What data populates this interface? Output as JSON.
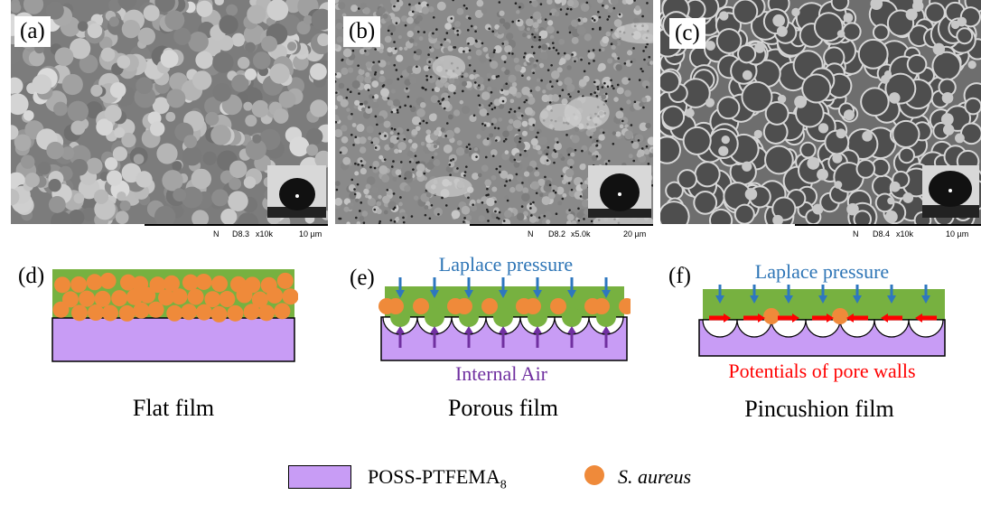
{
  "panels": {
    "a": {
      "tag": "(a)",
      "scale": {
        "n": "N",
        "d": "D8.3",
        "mag": "x10k",
        "bar": "10 µm"
      }
    },
    "b": {
      "tag": "(b)",
      "scale": {
        "n": "N",
        "d": "D8.2",
        "mag": "x5.0k",
        "bar": "20 µm"
      }
    },
    "c": {
      "tag": "(c)",
      "scale": {
        "n": "N",
        "d": "D8.4",
        "mag": "x10k",
        "bar": "10 µm"
      }
    }
  },
  "diagrams": {
    "d": {
      "tag": "(d)",
      "caption": "Flat film"
    },
    "e": {
      "tag": "(e)",
      "caption": "Porous film",
      "top_label": "Laplace pressure",
      "bottom_label": "Internal Air"
    },
    "f": {
      "tag": "(f)",
      "caption": "Pincushion film",
      "top_label": "Laplace pressure",
      "bottom_label": "Potentials of pore walls"
    }
  },
  "legend": {
    "substrate_label": "POSS-PTFEMA",
    "substrate_sub": "8",
    "bacteria_label": "S. aureus"
  },
  "colors": {
    "substrate": "#c89cf5",
    "bacteria": "#ef8a3a",
    "film": "#77b140",
    "laplace_arrow": "#2e77bf",
    "air_arrow": "#7030a0",
    "wall_arrow": "#ff0000",
    "laplace_text": "#2e75b6",
    "air_text": "#7030a0",
    "wall_text": "#ff0000"
  }
}
